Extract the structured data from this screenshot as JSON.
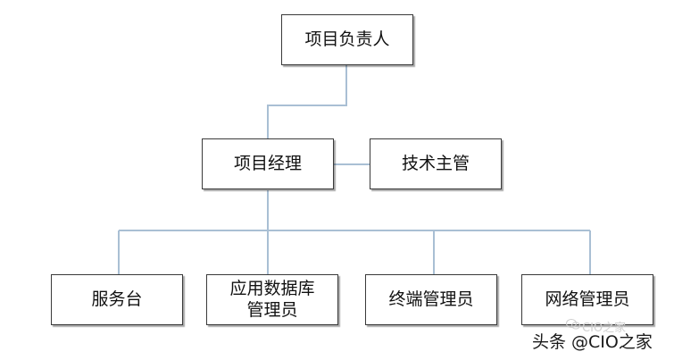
{
  "diagram": {
    "root": "项目负责人",
    "manager": "项目经理",
    "tech_lead": "技术主管",
    "children": [
      {
        "lines": [
          "服务台"
        ]
      },
      {
        "lines": [
          "应用数据库",
          "管理员"
        ]
      },
      {
        "lines": [
          "终端管理员"
        ]
      },
      {
        "lines": [
          "网络管理员"
        ]
      }
    ],
    "line_color": "#a9bfd4",
    "box_border_color": "#3a3a3a"
  },
  "watermark": {
    "faint": "CIO之家",
    "main": "头条 @CIO之家"
  }
}
